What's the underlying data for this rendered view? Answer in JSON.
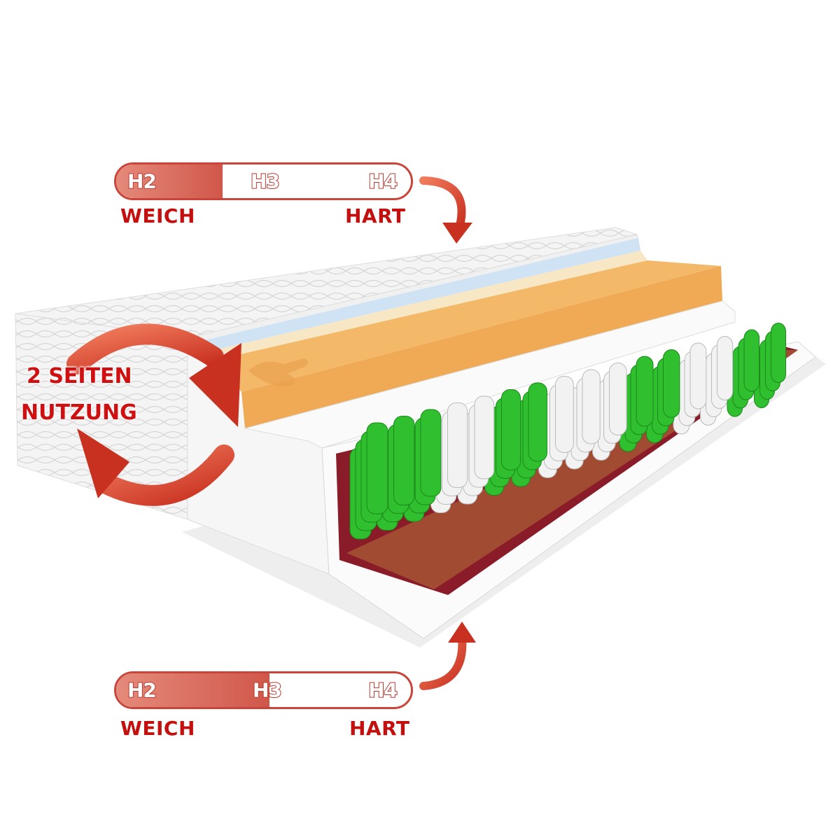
{
  "top_scale": {
    "levels": [
      "H2",
      "H3",
      "H4"
    ],
    "fill_percent": 36,
    "soft_label": "WEICH",
    "hard_label": "HART"
  },
  "bottom_scale": {
    "levels": [
      "H2",
      "H3",
      "H4"
    ],
    "fill_percent": 52,
    "soft_label": "WEICH",
    "hard_label": "HART"
  },
  "side_usage": {
    "line1": "2 SEITEN",
    "line2": "NUTZUNG"
  },
  "colors": {
    "accent_red": "#c9443a",
    "text_red": "#c40f0f",
    "spring_green": "#2fbf2f",
    "foam_orange": "#f3b968",
    "base_red": "#8a1c2a"
  }
}
